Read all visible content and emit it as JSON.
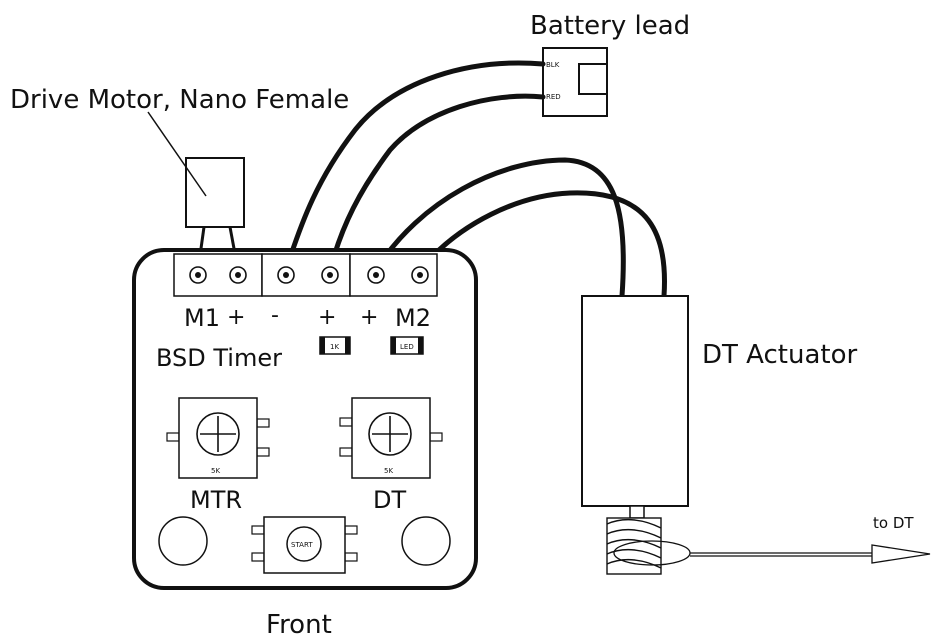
{
  "labels": {
    "battery_lead": "Battery lead",
    "drive_motor": "Drive Motor, Nano Female",
    "m1": "M1",
    "plus_m1": "+",
    "minus": "-",
    "plus_a": "+",
    "plus_b": "+",
    "m2": "M2",
    "bsd_timer": "BSD Timer",
    "resistor": "1K",
    "led": "LED",
    "dt_actuator": "DT Actuator",
    "pot_mtr_value": "5K",
    "pot_dt_value": "5K",
    "mtr": "MTR",
    "dt": "DT",
    "start": "START",
    "to_dt": "to DT",
    "front": "Front",
    "blk": "BLK",
    "red": "RED"
  }
}
